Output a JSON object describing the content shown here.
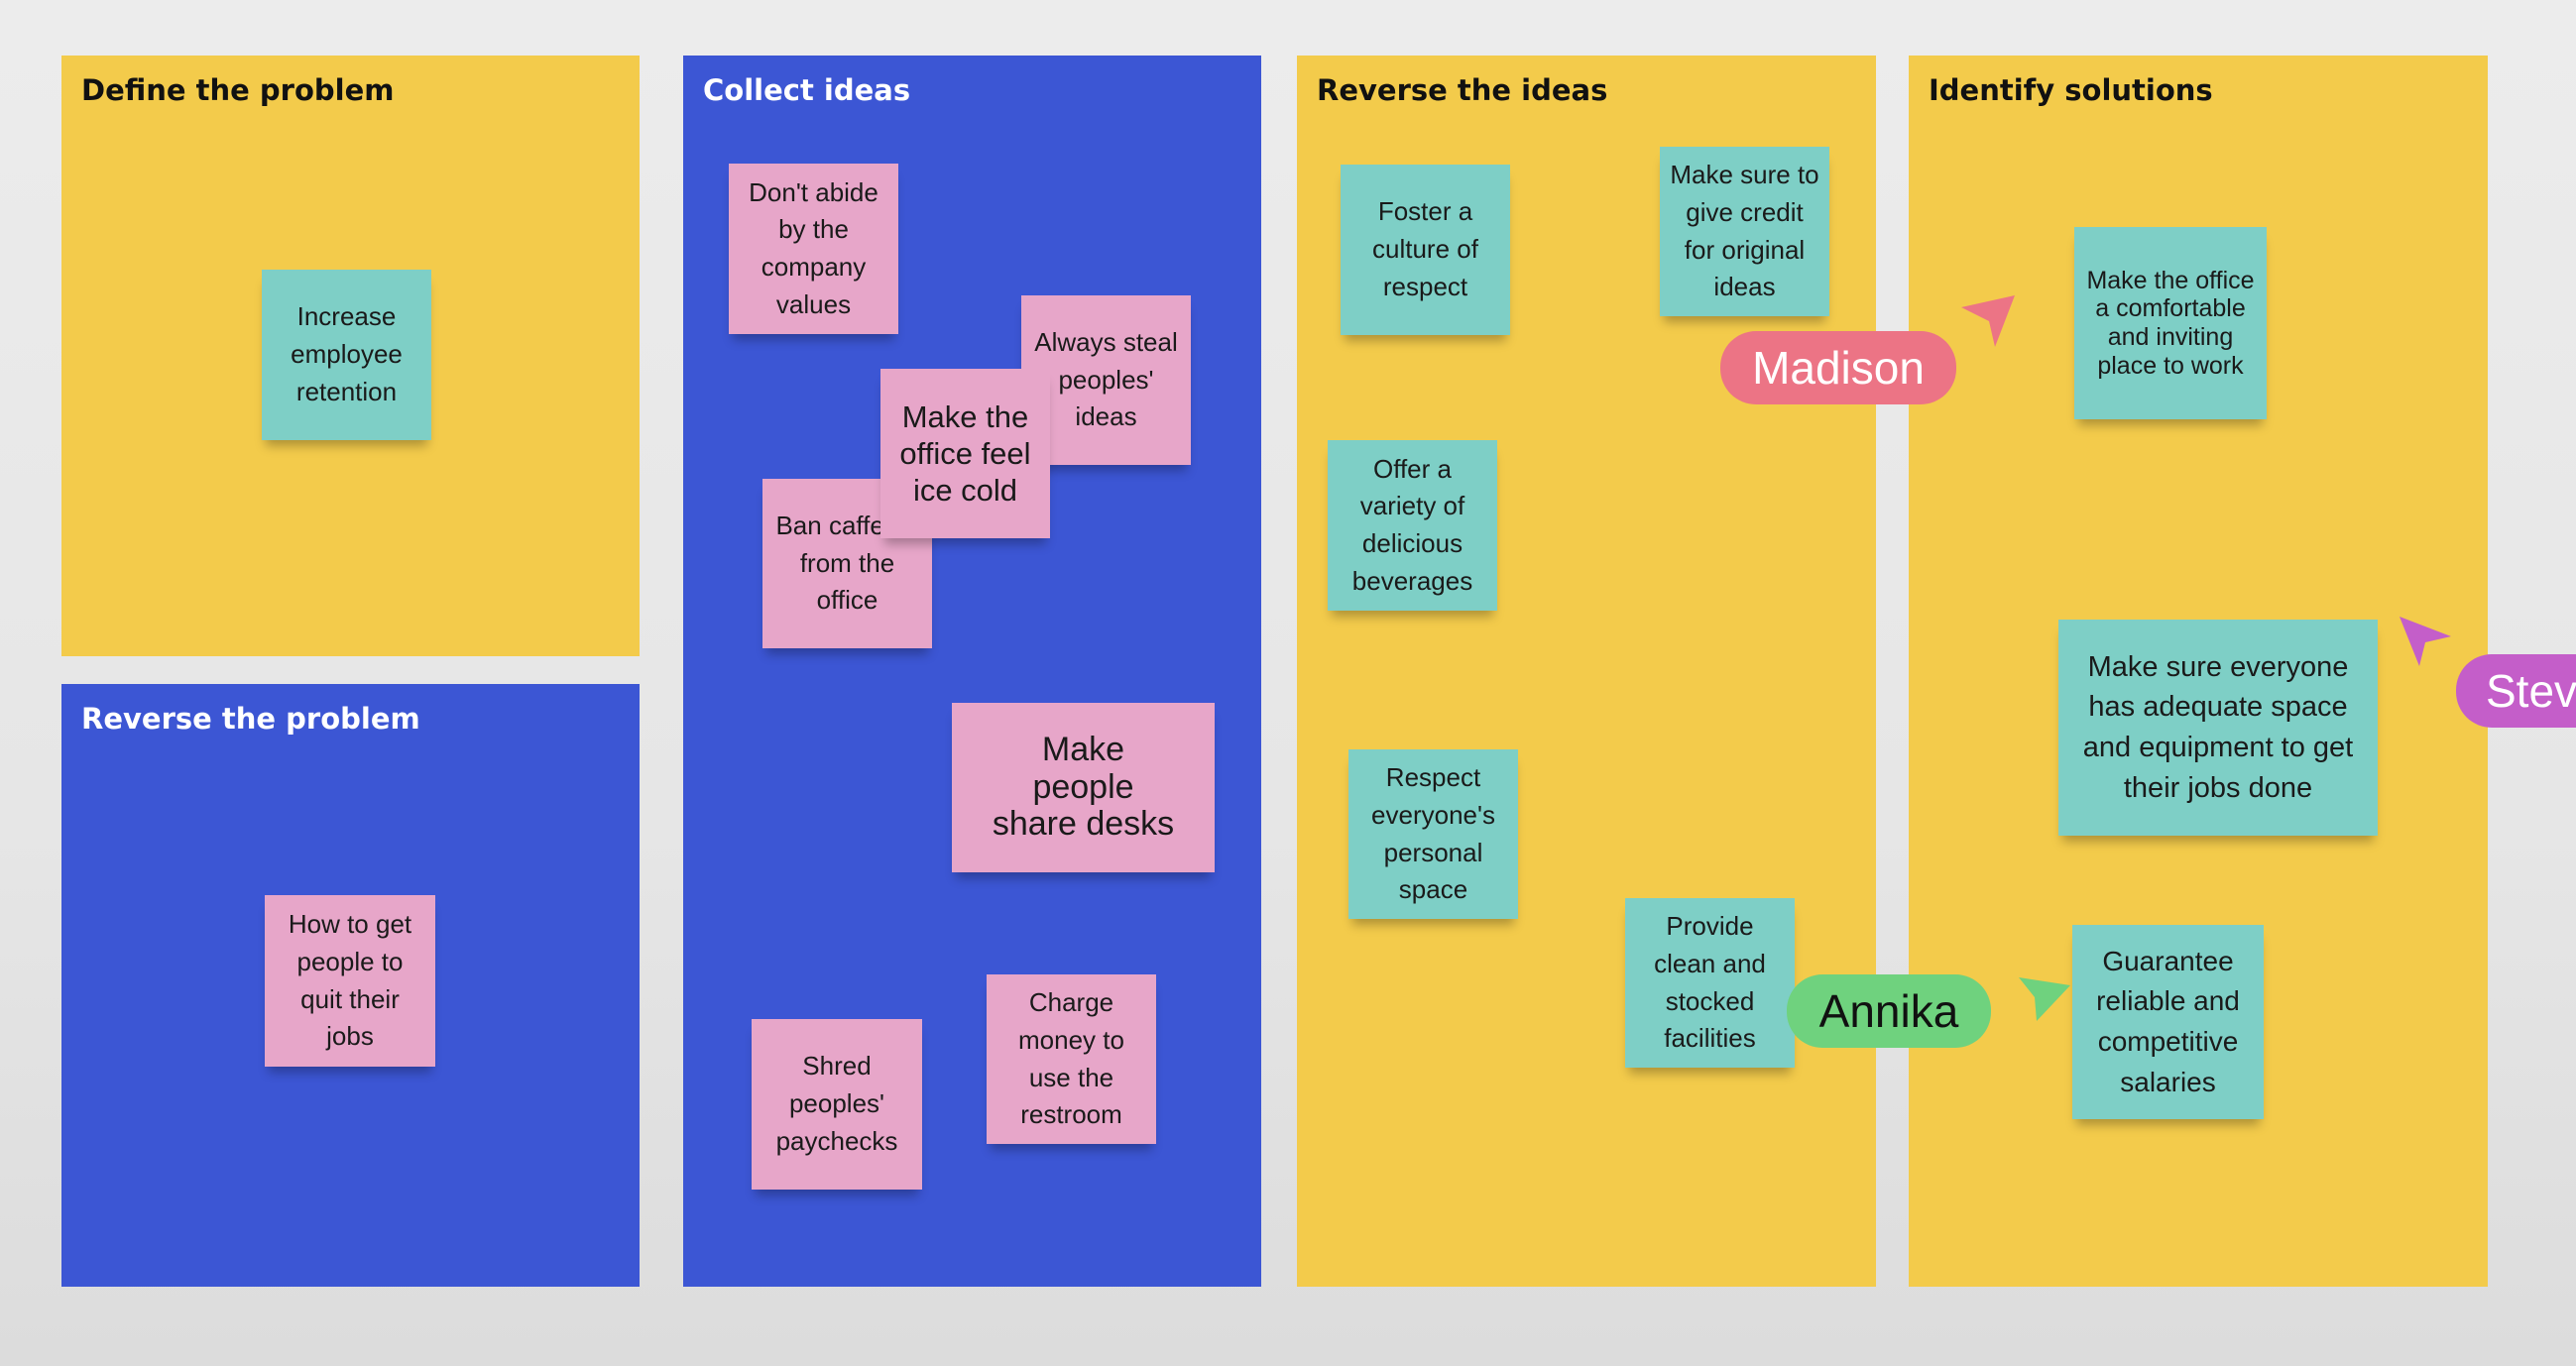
{
  "frames": {
    "define": {
      "title": "Define the problem"
    },
    "reverse_problem": {
      "title": "Reverse the problem"
    },
    "collect": {
      "title": "Collect ideas"
    },
    "reverse_ideas": {
      "title": "Reverse the ideas"
    },
    "solutions": {
      "title": "Identify solutions"
    }
  },
  "stickies": {
    "increase_retention": "Increase employee retention",
    "quit_jobs": "How to get people to quit their jobs",
    "dont_abide": "Don't abide by the company values",
    "steal_ideas": "Always steal peoples' ideas",
    "office_cold": "Make the office feel ice cold",
    "ban_caffeine": "Ban caffeine from the office",
    "share_desks": "Make people share desks",
    "shred_paychecks": "Shred peoples' paychecks",
    "charge_restroom": "Charge money to use the restroom",
    "foster_respect": "Foster a culture of respect",
    "give_credit": "Make sure to give credit for original ideas",
    "beverages": "Offer a variety of delicious beverages",
    "personal_space": "Respect everyone's personal space",
    "clean_facilities": "Provide clean and stocked facilities",
    "comfortable_office": "Make the office a comfortable and inviting place to work",
    "adequate_space": "Make sure everyone has adequate space and equipment to get their jobs done",
    "salaries": "Guarantee reliable and competitive salaries"
  },
  "cursors": {
    "madison": {
      "name": "Madison",
      "color": "#ec7485"
    },
    "annika": {
      "name": "Annika",
      "color": "#6fd27e"
    },
    "steve": {
      "name": "Stev",
      "color": "#c45ec9"
    }
  },
  "colors": {
    "yellow_frame": "#f3cb4b",
    "blue_frame": "#3c56d4",
    "teal_sticky": "#7ecfc6",
    "pink_sticky": "#e7a6c9"
  }
}
